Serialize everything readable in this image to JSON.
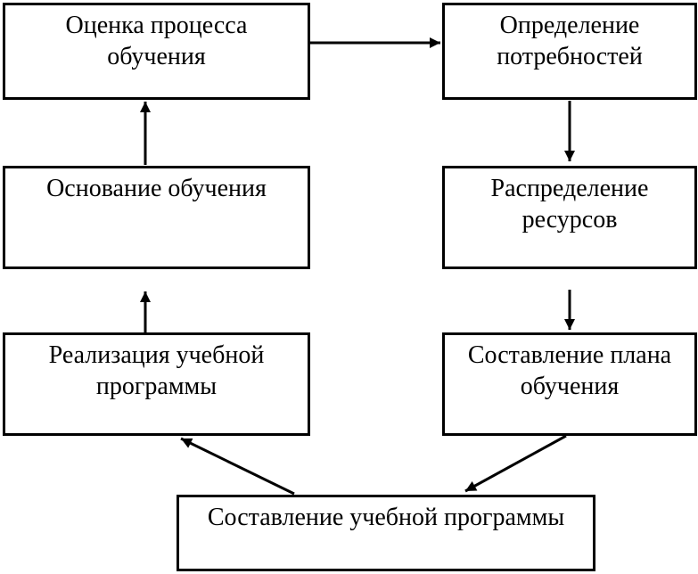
{
  "diagram": {
    "type": "flowchart",
    "language": "ru",
    "colors": {
      "background": "#ffffff",
      "border": "#000000",
      "text": "#000000",
      "arrow": "#000000"
    },
    "nodes": [
      {
        "id": "evaluation",
        "label": "Оценка процесса обучения"
      },
      {
        "id": "needs",
        "label": "Определение потребностей"
      },
      {
        "id": "basis",
        "label": "Основание обучения"
      },
      {
        "id": "resources",
        "label": "Распределение ресурсов"
      },
      {
        "id": "implementation",
        "label": "Реализация учебной программы"
      },
      {
        "id": "plan",
        "label": "Составление плана обучения"
      },
      {
        "id": "curriculum",
        "label": "Составление учебной программы"
      }
    ],
    "edges": [
      {
        "from": "evaluation",
        "to": "needs"
      },
      {
        "from": "needs",
        "to": "resources"
      },
      {
        "from": "resources",
        "to": "plan"
      },
      {
        "from": "plan",
        "to": "curriculum"
      },
      {
        "from": "curriculum",
        "to": "implementation"
      },
      {
        "from": "implementation",
        "to": "basis"
      },
      {
        "from": "basis",
        "to": "evaluation"
      }
    ]
  }
}
